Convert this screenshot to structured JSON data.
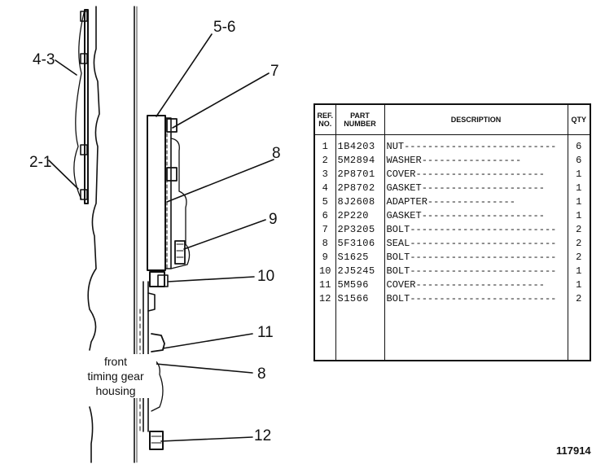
{
  "callouts": {
    "c43": "4-3",
    "c21": "2-1",
    "c56": "5-6",
    "c7": "7",
    "c8a": "8",
    "c9": "9",
    "c10": "10",
    "c11": "11",
    "c8b": "8",
    "c12": "12"
  },
  "housing_label": [
    "front",
    "timing gear",
    "housing"
  ],
  "figure_number": "117914",
  "parts_table": {
    "headers": {
      "ref": [
        "REF.",
        "NO."
      ],
      "part": [
        "PART",
        "NUMBER"
      ],
      "description": "DESCRIPTION",
      "qty": "QTY"
    },
    "rows": [
      {
        "ref": "1",
        "part": "1B4203",
        "desc": "NUT",
        "qty": "6"
      },
      {
        "ref": "2",
        "part": "5M2894",
        "desc": "WASHER",
        "qty": "6"
      },
      {
        "ref": "3",
        "part": "2P8701",
        "desc": "COVER",
        "qty": "1"
      },
      {
        "ref": "4",
        "part": "2P8702",
        "desc": "GASKET",
        "qty": "1"
      },
      {
        "ref": "5",
        "part": "8J2608",
        "desc": "ADAPTER",
        "qty": "1"
      },
      {
        "ref": "6",
        "part": "2P220",
        "desc": "GASKET",
        "qty": "1"
      },
      {
        "ref": "7",
        "part": "2P3205",
        "desc": "BOLT",
        "qty": "2"
      },
      {
        "ref": "8",
        "part": "5F3106",
        "desc": "SEAL",
        "qty": "2"
      },
      {
        "ref": "9",
        "part": "S1625",
        "desc": "BOLT",
        "qty": "2"
      },
      {
        "ref": "10",
        "part": "2J5245",
        "desc": "BOLT",
        "qty": "1"
      },
      {
        "ref": "11",
        "part": "5M596",
        "desc": "COVER",
        "qty": "1"
      },
      {
        "ref": "12",
        "part": "S1566",
        "desc": "BOLT",
        "qty": "2"
      }
    ]
  }
}
